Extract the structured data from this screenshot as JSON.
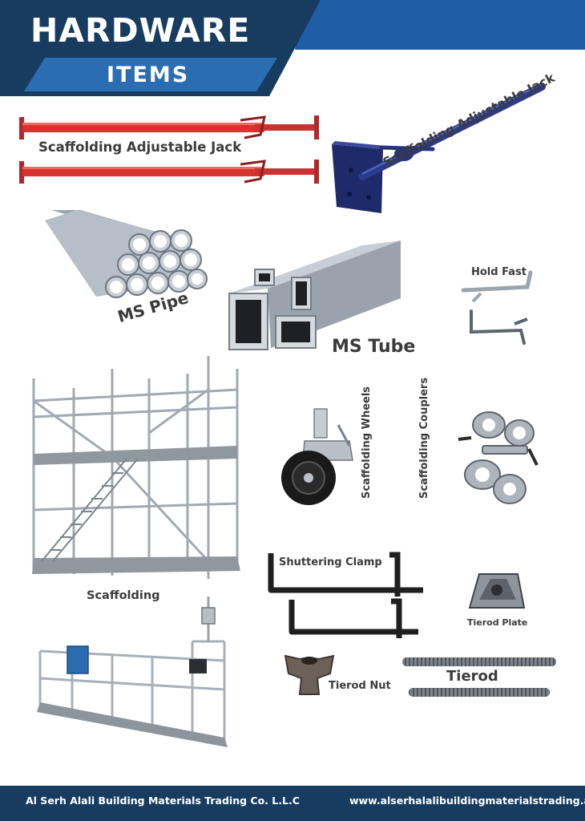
{
  "header": {
    "title": "HARDWARE",
    "subtitle": "ITEMS",
    "colors": {
      "dark_navy": "#173c60",
      "blue": "#1f5da7",
      "light_blue": "#2b6db3"
    }
  },
  "products": {
    "adjustable_jack_red": "Scaffolding Adjustable Jack",
    "adjustable_jack_blue": "Scaffolding Adjustable Jack",
    "ms_pipe": "MS Pipe",
    "ms_tube": "MS Tube",
    "hold_fast": "Hold Fast",
    "scaffolding": "Scaffolding",
    "scaffolding_wheels": "Scaffolding Wheels",
    "scaffolding_couplers": "Scaffolding Couplers",
    "shuttering_clamp": "Shuttering Clamp",
    "tierod_plate": "Tierod Plate",
    "tierod_nut": "Tierod Nut",
    "tierod": "Tierod"
  },
  "footer": {
    "company": "Al Serh Alali Building Materials Trading Co. L.L.C",
    "website": "www.alserhalalibuildingmaterialstrading.ae"
  }
}
